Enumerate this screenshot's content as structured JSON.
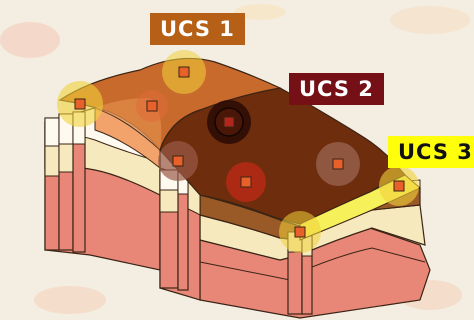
{
  "labels": [
    {
      "id": "ucs1",
      "text": "UCS 1",
      "bg": "#b65f17",
      "fg": "#ffffff"
    },
    {
      "id": "ucs2",
      "text": "UCS 2",
      "bg": "#751016",
      "fg": "#ffffff"
    },
    {
      "id": "ucs3",
      "text": "UCS 3",
      "bg": "#ffff0c",
      "fg": "#111111"
    }
  ],
  "colors": {
    "background": "#f3ede2",
    "top_light": "#c76a2c",
    "top_dark": "#6e2d0c",
    "layer_brown": "#9a5a27",
    "layer_cream": "#f7e9be",
    "layer_pink": "#e9867b",
    "layer_white": "#fffaf0",
    "marker_fill": "#e8612a",
    "marker_halo": "#f1d23a"
  }
}
